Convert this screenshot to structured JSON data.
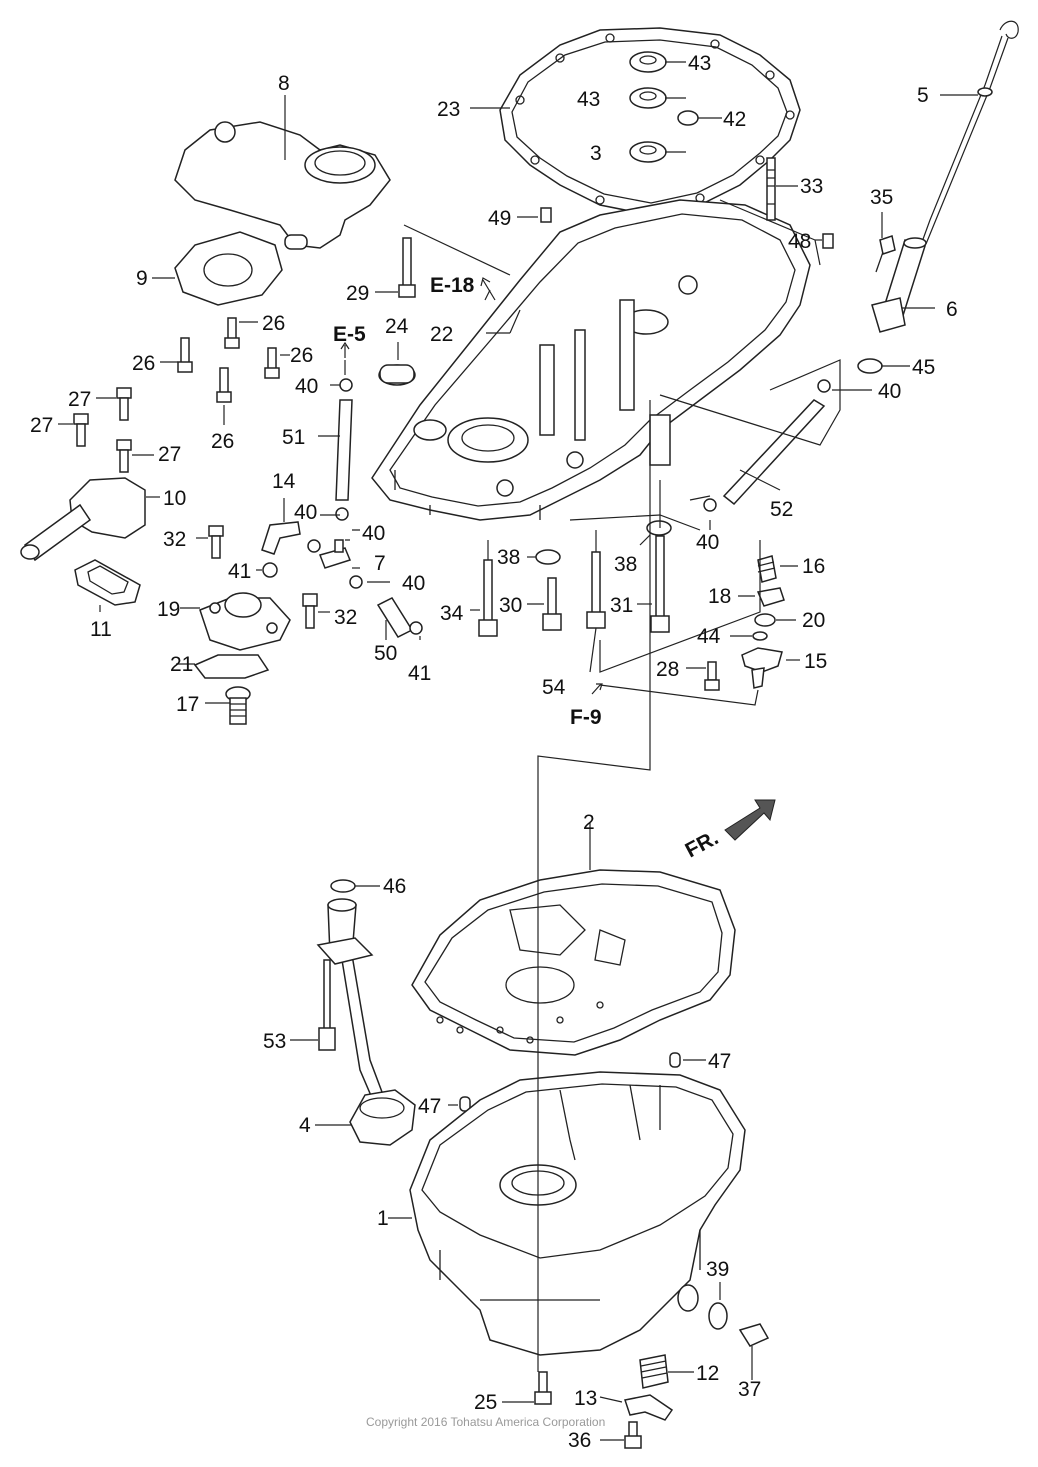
{
  "labels": [
    "1",
    "2",
    "3",
    "4",
    "5",
    "6",
    "8",
    "9",
    "10",
    "11",
    "12",
    "13",
    "14",
    "15",
    "16",
    "17",
    "18",
    "19",
    "20",
    "21",
    "22",
    "23",
    "24",
    "25",
    "26",
    "26",
    "26",
    "26",
    "27",
    "27",
    "27",
    "28",
    "29",
    "30",
    "31",
    "32",
    "32",
    "33",
    "34",
    "35",
    "36",
    "37",
    "38",
    "38",
    "39",
    "40",
    "40",
    "40",
    "40",
    "40",
    "40",
    "41",
    "41",
    "42",
    "43",
    "43",
    "44",
    "45",
    "46",
    "47",
    "47",
    "48",
    "49",
    "50",
    "51",
    "52",
    "53",
    "54",
    "7"
  ],
  "references": [
    "E-18",
    "E-5",
    "F-9"
  ],
  "front_marker": "FR.",
  "copyright": "Copyright 2016 Tohatsu America Corporation"
}
